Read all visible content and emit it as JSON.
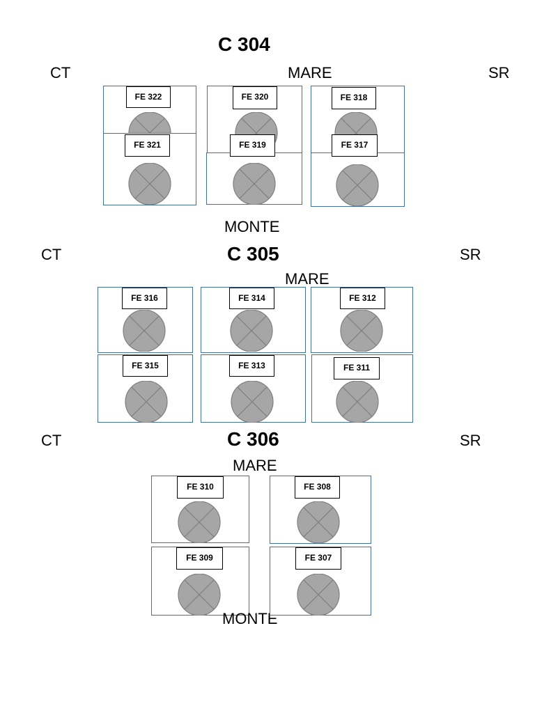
{
  "colors": {
    "cell_border": "#41719c",
    "lamp_fill": "#a6a6a6",
    "lamp_stroke": "#7f7f7f"
  },
  "icons": {
    "lamp": "circle-x-icon"
  },
  "rooms": [
    {
      "title": "C 304",
      "left_label": "CT",
      "right_label": "SR",
      "top_label": "MARE",
      "bottom_label": "MONTE",
      "fixtures": [
        "FE 322",
        "FE 320",
        "FE 318",
        "FE 321",
        "FE 319",
        "FE 317"
      ]
    },
    {
      "title": "C 305",
      "left_label": "CT",
      "right_label": "SR",
      "top_label": "MARE",
      "fixtures": [
        "FE 316",
        "FE 314",
        "FE 312",
        "FE 315",
        "FE 313",
        "FE 311"
      ]
    },
    {
      "title": "C 306",
      "left_label": "CT",
      "right_label": "SR",
      "top_label": "MARE",
      "bottom_label": "MONTE",
      "fixtures": [
        "FE 310",
        "FE 308",
        "FE 309",
        "FE 307"
      ]
    }
  ]
}
